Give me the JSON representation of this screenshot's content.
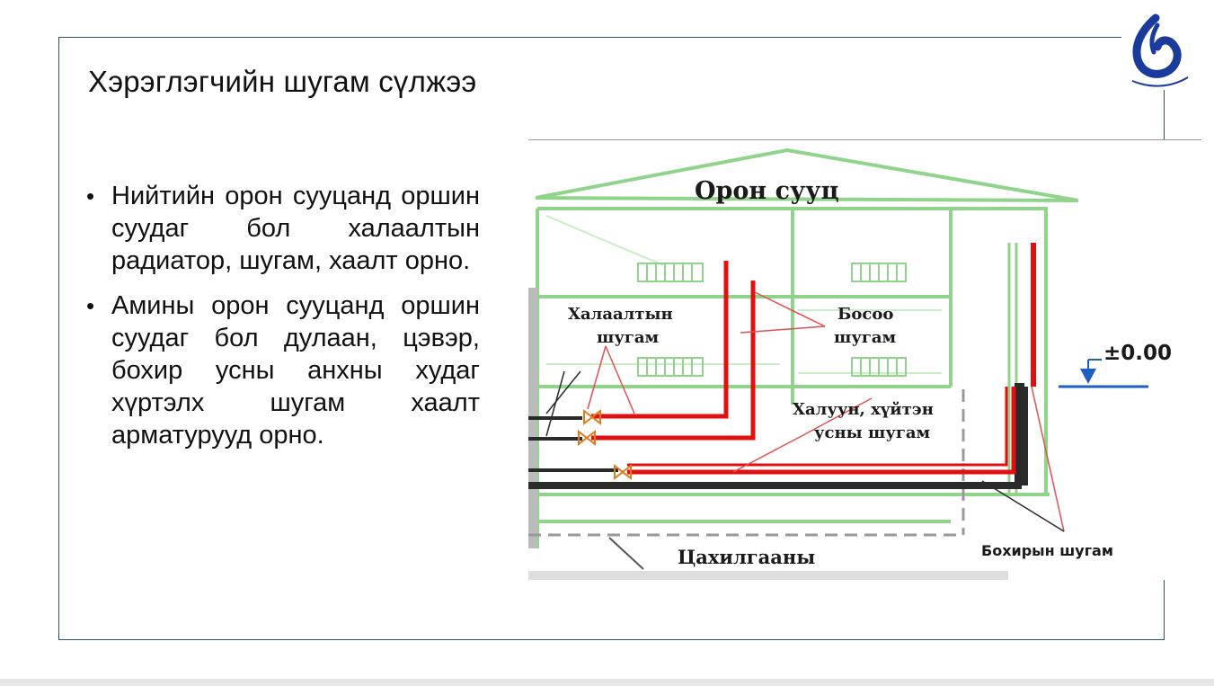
{
  "slide": {
    "title": "Хэрэглэгчийн шугам сүлжээ",
    "bullets": [
      "Нийтийн орон сууцанд оршин суудаг бол халаалтын радиатор, шугам, хаалт орно.",
      "Амины орон сууцанд оршин суудаг бол дулаан, цэвэр, бохир усны анхны худаг хүртэлх шугам хаалт арматурууд орно."
    ],
    "bullet_marker": "•"
  },
  "logo": {
    "icon": "company-logo-icon",
    "color": "#1a3a9c"
  },
  "diagram": {
    "title": "Орон сууц",
    "labels": {
      "heating_pipe_line1": "Халаалтын",
      "heating_pipe_line2": "шугам",
      "riser_pipe_line1": "Босоо",
      "riser_pipe_line2": "шугам",
      "level_mark": "±0.00",
      "water_pipe_line1": "Халуун, хүйтэн",
      "water_pipe_line2": "усны шугам",
      "sewer_pipe": "Бохирын шугам",
      "electrical": "Цахилгааны"
    },
    "colors": {
      "building_outline": "#8fd48a",
      "hot_pipe": "#e01010",
      "sewer_pipe": "#2a2a2a",
      "level_marker": "#1f5fbf",
      "valve": "#e07a1a",
      "leader_line": "#e05050"
    }
  }
}
